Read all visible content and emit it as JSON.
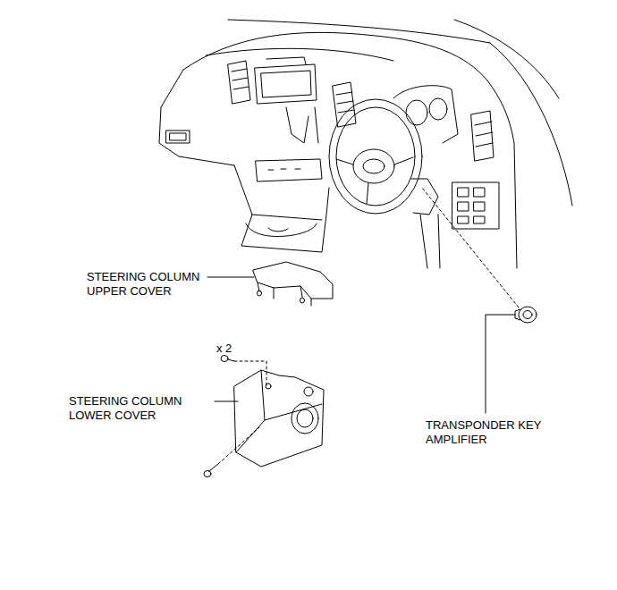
{
  "diagram": {
    "labels": [
      "STEERING COLUMN UPPER COVER",
      "x 2",
      "STEERING COLUMN LOWER COVER",
      "TRANSPONDER KEY AMPLIFIER"
    ]
  }
}
